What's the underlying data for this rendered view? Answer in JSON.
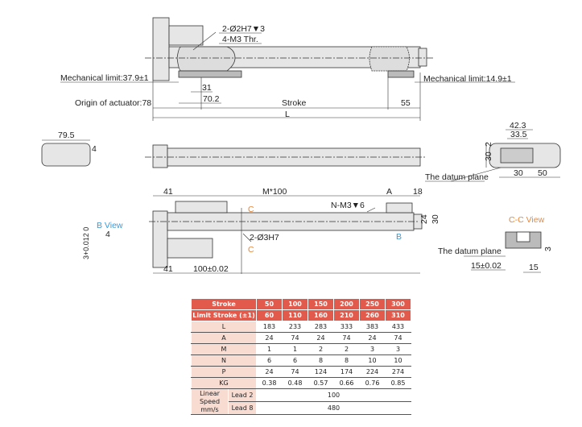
{
  "drawing": {
    "top_view": {
      "pin_note": "2-Ø2H7▼3",
      "thread_note": "4-M3 Thr.",
      "mech_limit_left": "Mechanical limit:37.9±1",
      "mech_limit_right": "Mechanical limit:14.9±1",
      "dim_31": "31",
      "dim_70_2": "70.2",
      "origin": "Origin of actuator:78",
      "stroke": "Stroke",
      "dim_55": "55",
      "dim_L": "L"
    },
    "side_view": {
      "dim_79_5": "79.5",
      "dim_4": "4"
    },
    "end_view": {
      "dim_42_3": "42.3",
      "dim_33_5": "33.5",
      "dim_2": "2",
      "dim_30_v": "30",
      "datum": "The datum plane",
      "dim_30": "30",
      "dim_50": "50"
    },
    "bottom_view": {
      "dim_41_top": "41",
      "m100": "M*100",
      "dim_A": "A",
      "dim_18": "18",
      "n_m3": "N-M3▼6",
      "c_top": "C",
      "c_bottom": "C",
      "pin_hole": "2-Ø3H7",
      "b_mark": "B",
      "dim_24": "24",
      "dim_30": "30",
      "dim_41_bottom": "41",
      "dim_100": "100±0.02"
    },
    "b_view": {
      "title": "B View",
      "dim_4": "4",
      "tol": "3+0.012 0"
    },
    "cc_view": {
      "title": "C-C View",
      "datum": "The datum plane",
      "dim_15_tol": "15±0.02",
      "dim_15": "15",
      "dim_3": "3"
    }
  },
  "table": {
    "stroke_label": "Stroke",
    "strokes": [
      "50",
      "100",
      "150",
      "200",
      "250",
      "300"
    ],
    "limit_label": "Limit Stroke (±1)",
    "limits": [
      "60",
      "110",
      "160",
      "210",
      "260",
      "310"
    ],
    "rows": [
      {
        "label": "L",
        "values": [
          "183",
          "233",
          "283",
          "333",
          "383",
          "433"
        ]
      },
      {
        "label": "A",
        "values": [
          "24",
          "74",
          "24",
          "74",
          "24",
          "74"
        ]
      },
      {
        "label": "M",
        "values": [
          "1",
          "1",
          "2",
          "2",
          "3",
          "3"
        ]
      },
      {
        "label": "N",
        "values": [
          "6",
          "6",
          "8",
          "8",
          "10",
          "10"
        ]
      },
      {
        "label": "P",
        "values": [
          "24",
          "74",
          "124",
          "174",
          "224",
          "274"
        ]
      },
      {
        "label": "KG",
        "values": [
          "0.38",
          "0.48",
          "0.57",
          "0.66",
          "0.76",
          "0.85"
        ]
      }
    ],
    "speed_label": "Linear Speed mm/s",
    "lead2_label": "Lead 2",
    "lead2_value": "100",
    "lead8_label": "Lead 8",
    "lead8_value": "480"
  },
  "colors": {
    "header": "#e25a4c",
    "label_cell": "#f8dcd2",
    "blue": "#3a9ad9",
    "orange": "#e8873a"
  }
}
